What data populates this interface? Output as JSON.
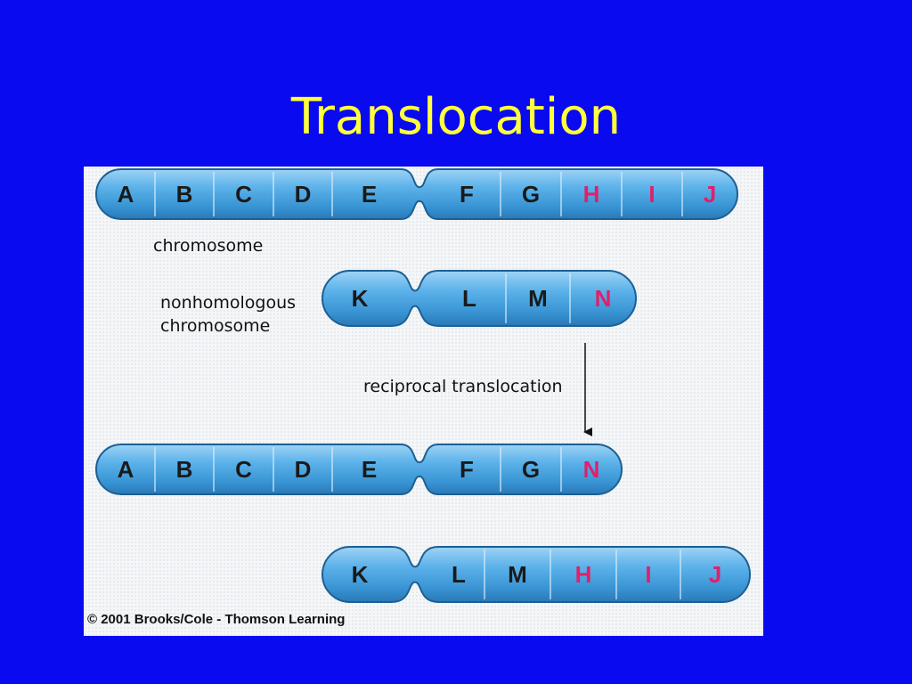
{
  "slide": {
    "title": "Translocation",
    "colors": {
      "background": "#0a0af0",
      "title": "#ffff3c",
      "chromosome": "#4fa8e3",
      "red_gene": "#e0206a"
    }
  },
  "diagram": {
    "labels": {
      "chromosome": "chromosome",
      "nonhomologous_line1": "nonhomologous",
      "nonhomologous_line2": "chromosome",
      "reciprocal": "reciprocal translocation"
    },
    "copyright": "© 2001 Brooks/Cole - Thomson Learning",
    "chromosomes": [
      {
        "name": "original-chromosome",
        "genes": [
          "A",
          "B",
          "C",
          "D",
          "E",
          "F",
          "G",
          "H",
          "I",
          "J"
        ],
        "red": [
          "H",
          "I",
          "J"
        ]
      },
      {
        "name": "nonhomologous-chromosome",
        "genes": [
          "K",
          "L",
          "M",
          "N"
        ],
        "red": [
          "N"
        ]
      },
      {
        "name": "translocated-chromosome-1",
        "genes": [
          "A",
          "B",
          "C",
          "D",
          "E",
          "F",
          "G",
          "N"
        ],
        "red": [
          "N"
        ]
      },
      {
        "name": "translocated-chromosome-2",
        "genes": [
          "K",
          "L",
          "M",
          "H",
          "I",
          "J"
        ],
        "red": [
          "H",
          "I",
          "J"
        ]
      }
    ]
  }
}
